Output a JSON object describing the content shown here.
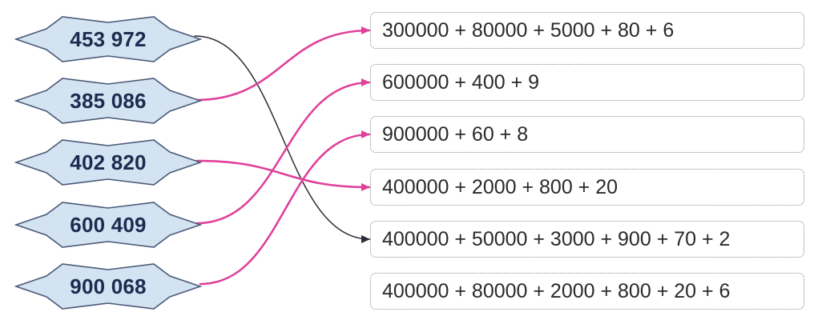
{
  "numbers": [
    {
      "text": "453 972"
    },
    {
      "text": "385 086"
    },
    {
      "text": "402 820"
    },
    {
      "text": "600 409"
    },
    {
      "text": "900 068"
    }
  ],
  "expressions": [
    {
      "text": "300000 + 80000 + 5000 + 80 + 6"
    },
    {
      "text": "600000 + 400 + 9"
    },
    {
      "text": "900000 + 60 + 8"
    },
    {
      "text": "400000 + 2000 + 800 + 20"
    },
    {
      "text": "400000 + 50000 + 3000 + 900 + 70 + 2"
    },
    {
      "text": "400000 + 80000 + 2000 + 800 + 20 + 6"
    }
  ],
  "connections": [
    {
      "from": 0,
      "to": 4,
      "color": "#2b2b3a"
    },
    {
      "from": 1,
      "to": 0,
      "color": "#e0409a"
    },
    {
      "from": 2,
      "to": 3,
      "color": "#e0409a"
    },
    {
      "from": 3,
      "to": 1,
      "color": "#e0409a"
    },
    {
      "from": 4,
      "to": 2,
      "color": "#e0409a"
    }
  ],
  "colors": {
    "badge_fill": "#d3e3f2",
    "badge_stroke": "#4b5a78",
    "number_text": "#1e2a4f",
    "expression_border": "#8a8a8a"
  }
}
